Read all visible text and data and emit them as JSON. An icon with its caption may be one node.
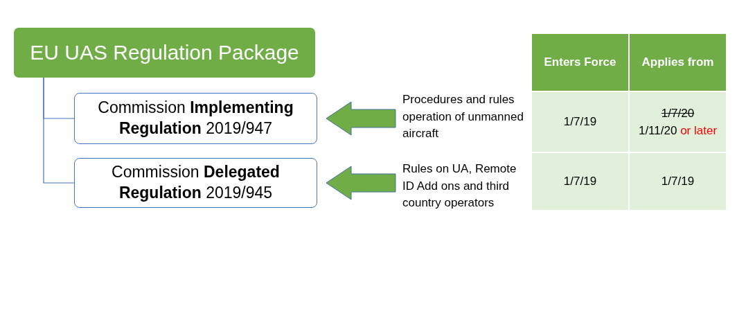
{
  "diagram": {
    "nodes": [
      {
        "text": [
          "EU UAS Regulation Package"
        ]
      },
      {
        "text": [
          "Commission **Implementing Regulation** 2019/947"
        ]
      },
      {
        "text": [
          "Commission **Delegated Regulation** 2019/945"
        ]
      },
      {
        "text": [
          "Procedures and rules operation of unmanned aircraft"
        ]
      },
      {
        "text": [
          "Rules on UA, Remote ID Add ons and third country operators"
        ]
      }
    ],
    "edges": [
      {
        "from": 0,
        "to": 1,
        "arrow": "none"
      },
      {
        "from": 0,
        "to": 2,
        "arrow": "none"
      },
      {
        "from": 3,
        "to": 1,
        "arrow": "to",
        "style": "thick",
        "color": "#70ad47"
      },
      {
        "from": 4,
        "to": 2,
        "arrow": "to",
        "style": "thick",
        "color": "#70ad47"
      }
    ],
    "labels": [
      "Enters Force",
      "Applies from",
      "1/7/19",
      "1/7/20",
      "1/11/20",
      "or later",
      "1/7/19",
      "1/7/19"
    ]
  }
}
